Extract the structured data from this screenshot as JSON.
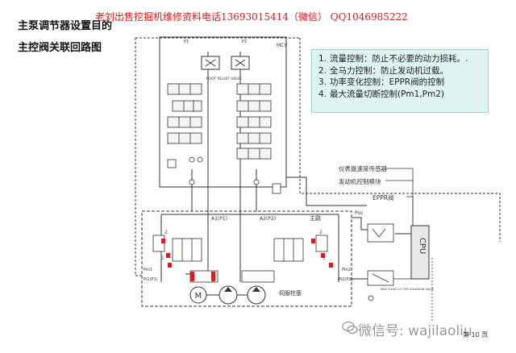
{
  "watermark": "老刘出售挖掘机维修资料电话13693015414（微信）   QQ1046985222",
  "title_line1": "主泵调节器设置目的",
  "title_line2": "主控阀关联回路图",
  "info_items": [
    {
      "num": "1.",
      "text": "流量控制：防止不必要的动力损耗。."
    },
    {
      "num": "2.",
      "text": "全马力控制：防止发动机过载。"
    },
    {
      "num": "3.",
      "text": "功率变化控制：EPPR阀的控制"
    },
    {
      "num": "4.",
      "text": "最大流量切断控制(Pm1,Pm2)"
    }
  ],
  "labels": {
    "sensor": "仪表盘速度传感器",
    "engine_module": "发动机控制模块",
    "eppr": "EPPR阀",
    "cpu": "CPU",
    "main_line": "主路",
    "servo": "伺服柱塞",
    "pump_a1": "A1(P1)",
    "pump_a2": "A2(P2)",
    "psv": "Psv",
    "mcv": "MCV",
    "foot_relief": "FOOT RELIEF VALVE",
    "max_flow": "MAX FLOW CUT OFF SOLENOID VALVE",
    "motor": "M",
    "p1": "P1",
    "p2": "P2",
    "pi1": "Pi1(P1)",
    "pi2": "Pi2(P2)",
    "pm1": "Pm1",
    "pm2": "Pm2",
    "port1": "1",
    "port2": "2"
  },
  "wechat": "微信号: wajilaoliu",
  "page_number": "第 10 页",
  "colors": {
    "line": "#333333",
    "cpu_fill": "#e8e8e8",
    "valve_accent": "#cc2222",
    "info_bg": "#dff3f3",
    "watermark": "#d02020"
  }
}
